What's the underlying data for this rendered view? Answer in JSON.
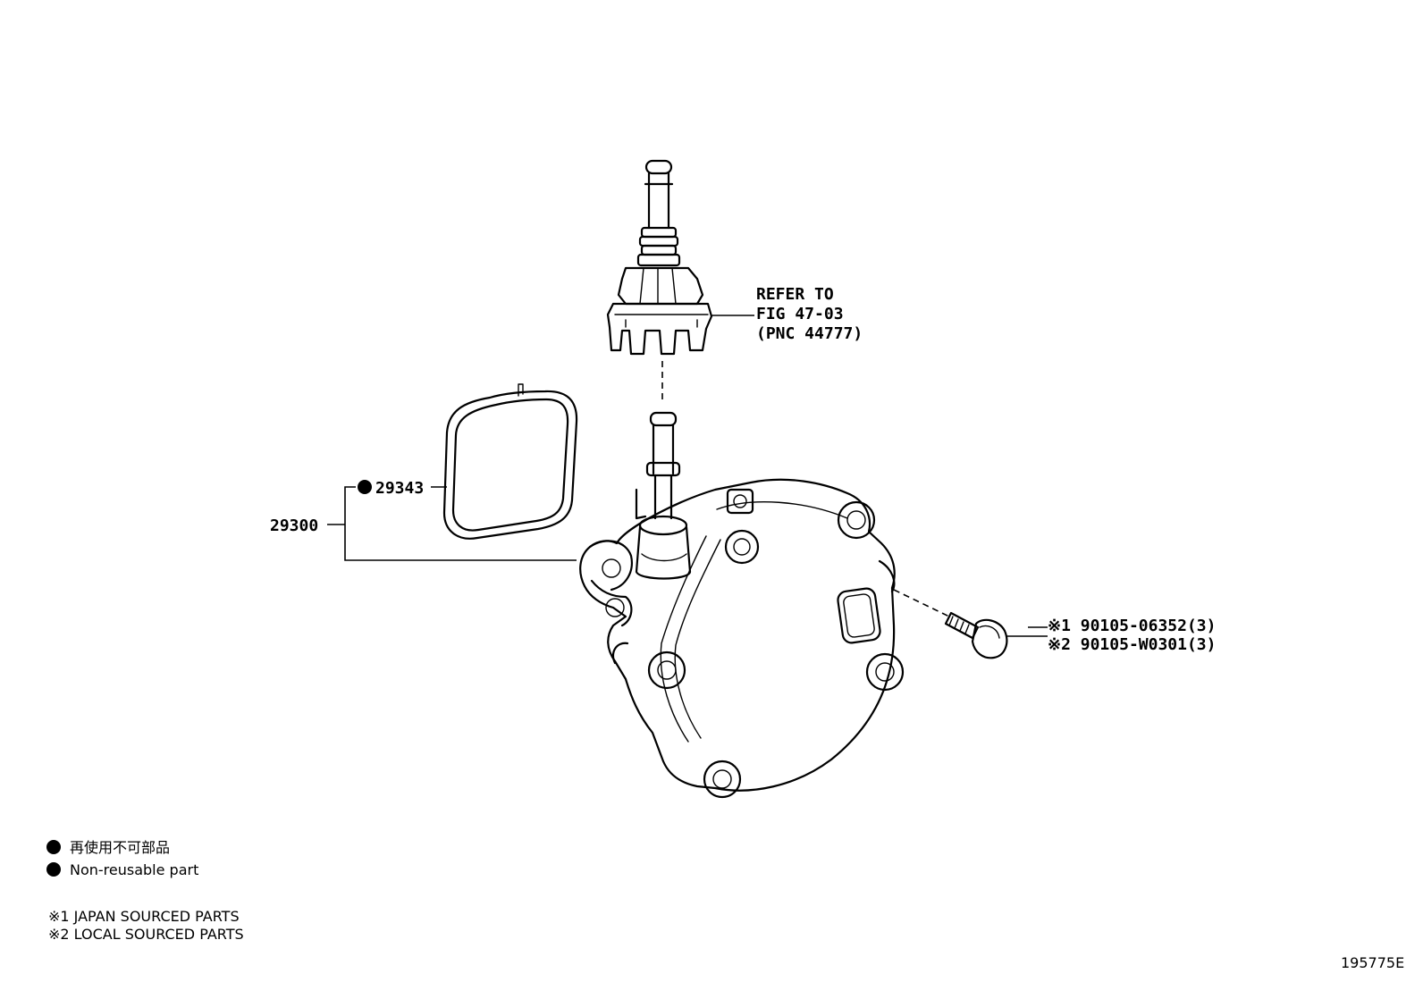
{
  "callouts": {
    "refer_line1": "REFER TO",
    "refer_line2": "FIG 47-03",
    "refer_line3": "(PNC 44777)",
    "gasket_number": "29343",
    "assembly_number": "29300",
    "bolt_japan": "※1 90105-06352(3)",
    "bolt_local": "※2 90105-W0301(3)"
  },
  "legend": {
    "non_reusable_jp": "再使用不可部品",
    "non_reusable_en": "Non-reusable part",
    "note1": "※1  JAPAN SOURCED PARTS",
    "note2": "※2  LOCAL SOURCED PARTS"
  },
  "figure_id": "195775E"
}
